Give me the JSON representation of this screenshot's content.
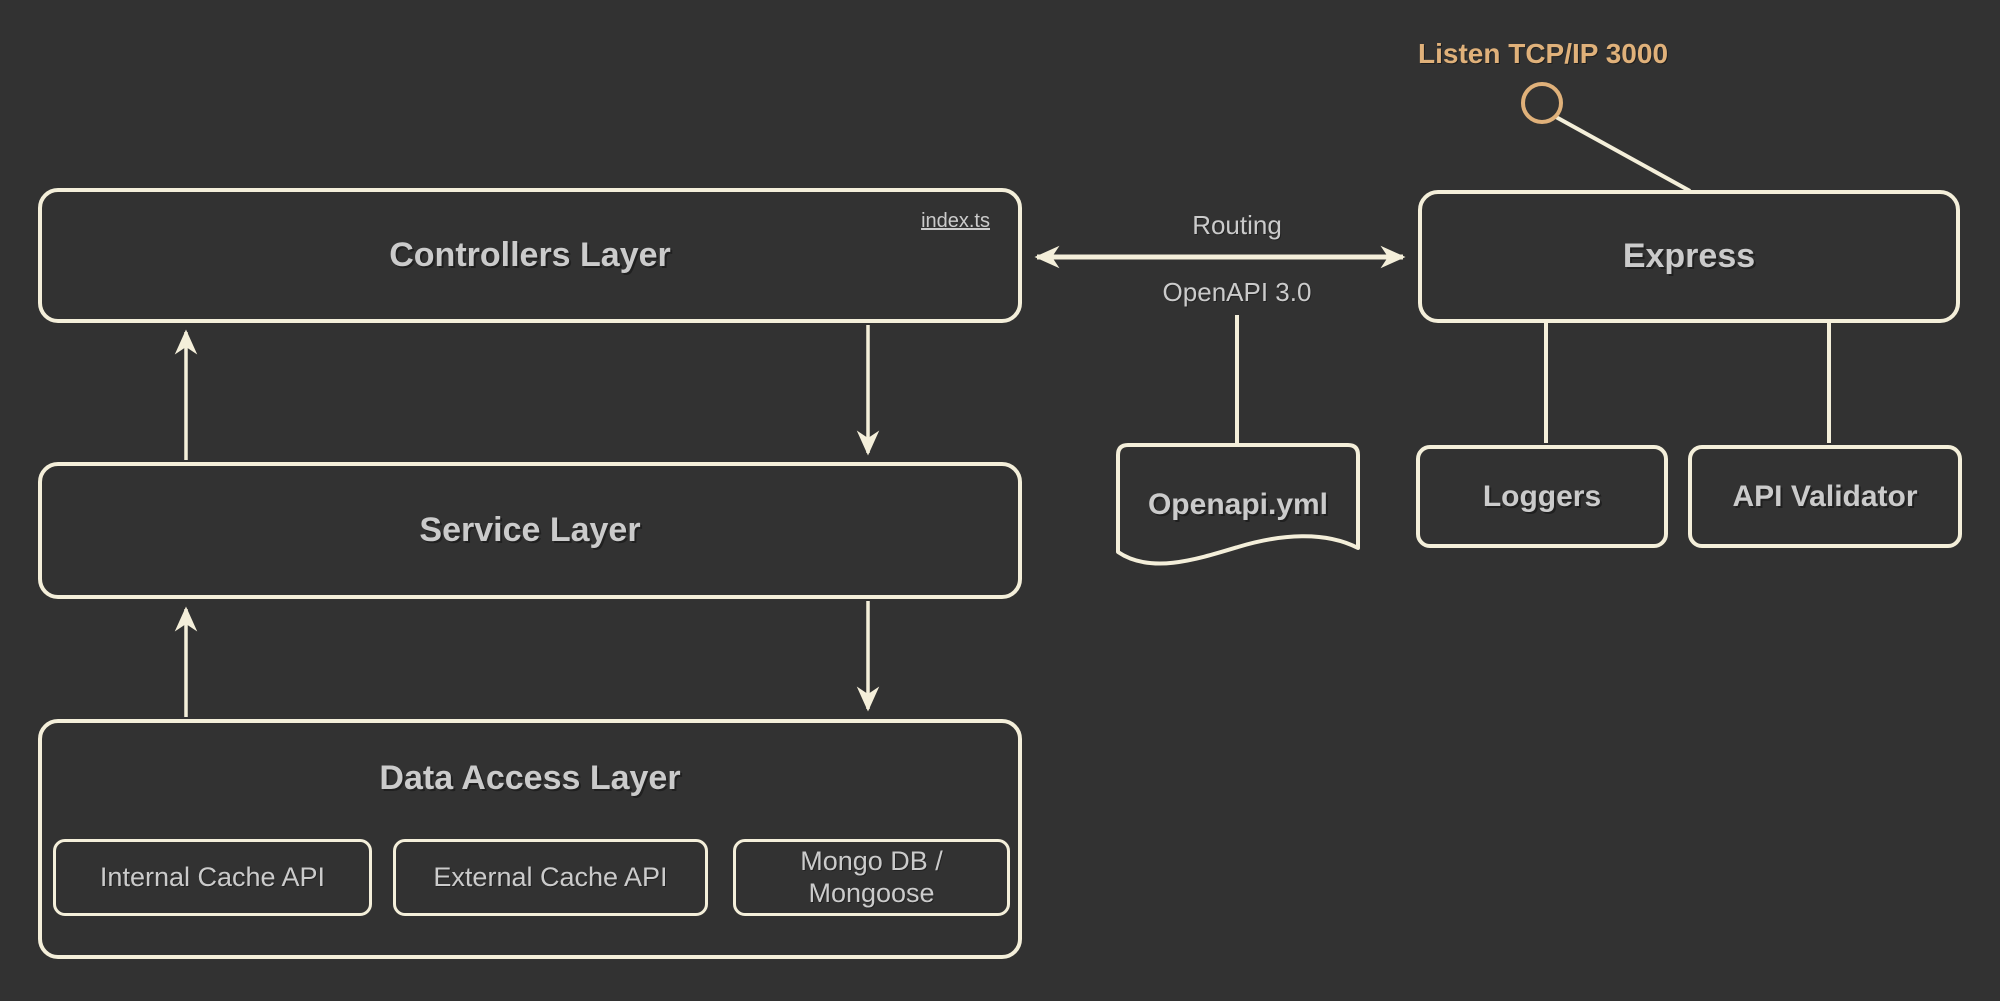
{
  "colors": {
    "background": "#323232",
    "stroke": "#f4efda",
    "text": "#cbcbcb",
    "accent": "#e0b17a"
  },
  "annotations": {
    "listen_label": "Listen TCP/IP 3000",
    "routing_label": "Routing",
    "openapi_label": "OpenAPI 3.0"
  },
  "layers": {
    "controllers": {
      "title": "Controllers Layer",
      "badge": "index.ts"
    },
    "service": {
      "title": "Service Layer"
    },
    "data_access": {
      "title": "Data Access Layer",
      "children": [
        {
          "label": "Internal Cache API"
        },
        {
          "label": "External Cache API"
        },
        {
          "label": "Mongo DB / Mongoose"
        }
      ]
    }
  },
  "server": {
    "express": {
      "title": "Express"
    },
    "loggers": {
      "title": "Loggers"
    },
    "api_validator": {
      "title": "API Validator"
    },
    "openapi_file": {
      "title": "Openapi.yml"
    }
  }
}
